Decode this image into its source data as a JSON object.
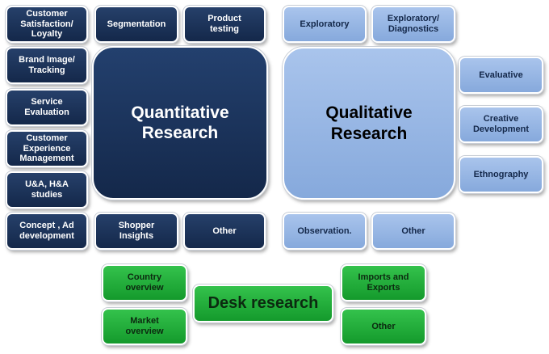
{
  "quantitative": {
    "title": "Quantitative\nResearch",
    "items": [
      "Customer\nSatisfaction/\nLoyalty",
      "Segmentation",
      "Product\ntesting",
      "Brand Image/\nTracking",
      "Service\nEvaluation",
      "Customer\nExperience\nManagement",
      "U&A, H&A\nstudies",
      "Concept , Ad\ndevelopment",
      "Shopper\nInsights",
      "Other"
    ]
  },
  "qualitative": {
    "title": "Qualitative\nResearch",
    "items": [
      "Exploratory",
      "Exploratory/\nDiagnostics",
      "Evaluative",
      "Creative\nDevelopment",
      "Ethnography",
      "Observation.",
      "Other"
    ]
  },
  "desk": {
    "title": "Desk research",
    "items": [
      "Country\noverview",
      "Market\noverview",
      "Imports and\nExports",
      "Other"
    ]
  },
  "colors": {
    "quantitative": "#1b335c",
    "qualitative": "#95b3e3",
    "desk": "#22ad3a"
  }
}
